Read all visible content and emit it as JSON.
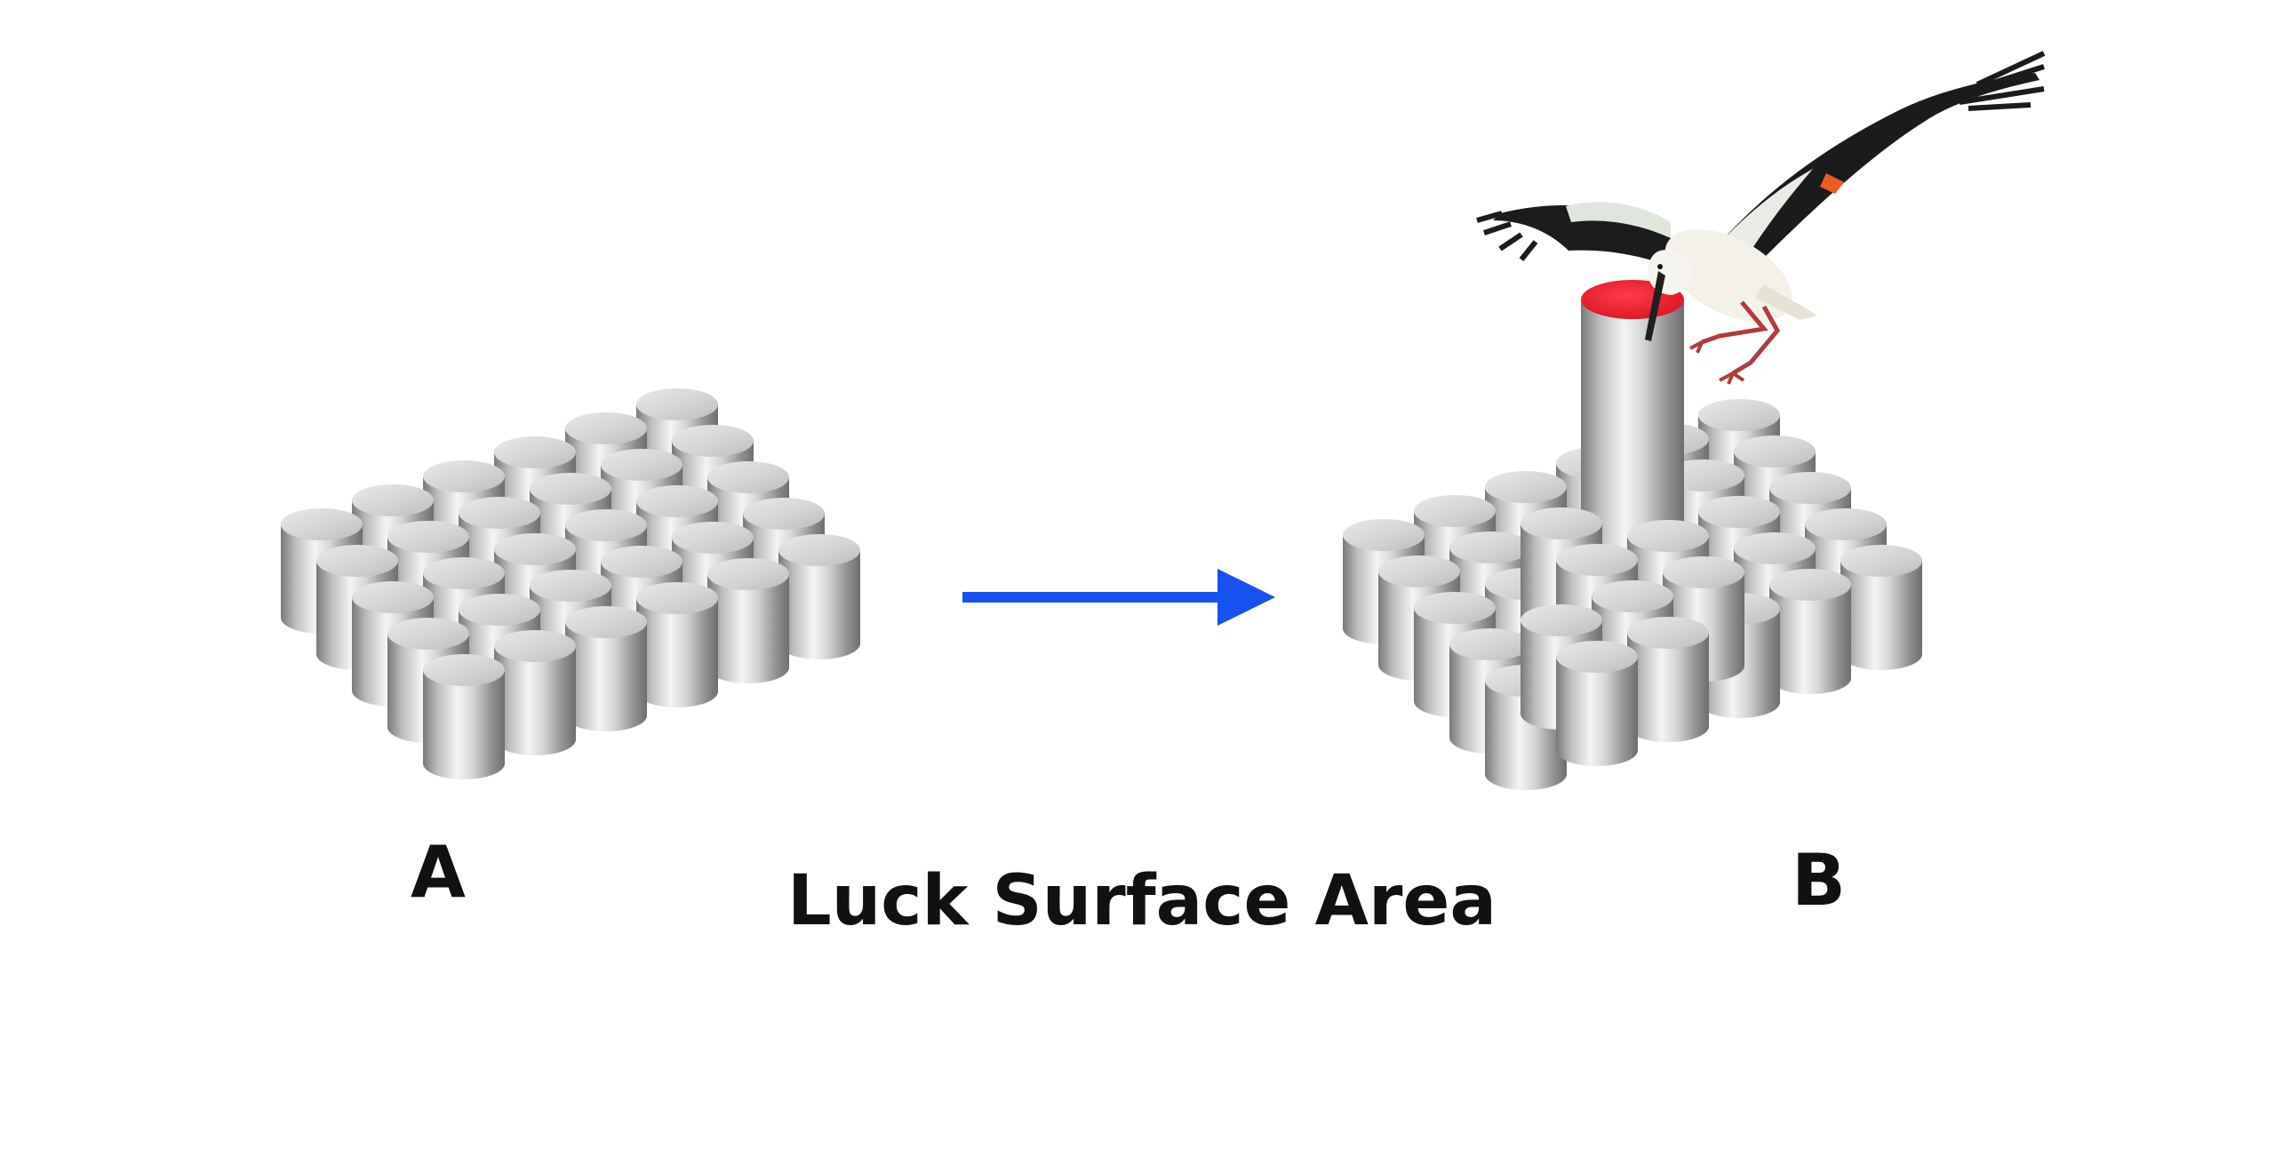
{
  "labels": {
    "left_grid": "A",
    "right_grid": "B",
    "caption": "Luck Surface Area"
  },
  "diagram": {
    "grid_a": {
      "rows": 5,
      "cols": 6
    },
    "grid_b": {
      "rows": 5,
      "cols": 6,
      "raised_pillar_top_color": "#ea1f2f"
    },
    "arrow_color": "#1652f0",
    "pillar_color": "#bdbdbd",
    "bird": "stork-landing-icon"
  }
}
